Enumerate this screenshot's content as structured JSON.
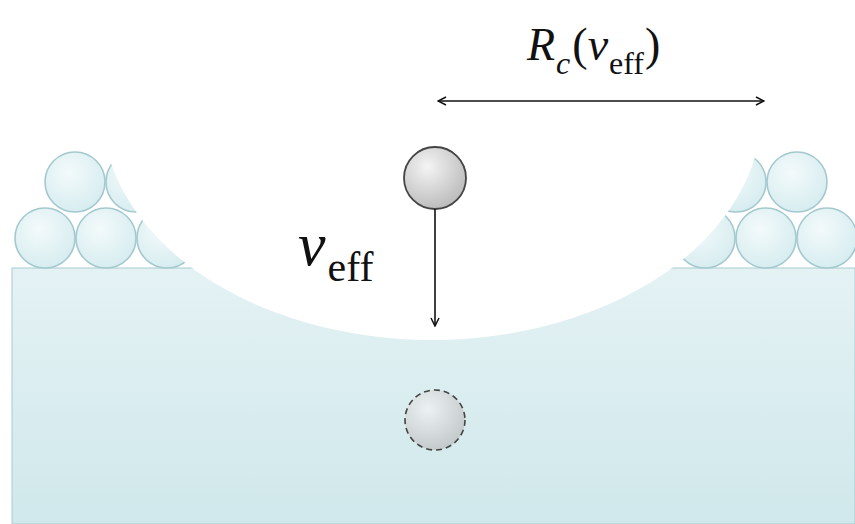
{
  "diagram": {
    "labels": [
      "R",
      "c",
      "(",
      "v",
      "eff",
      ")",
      "v",
      "eff"
    ]
  }
}
